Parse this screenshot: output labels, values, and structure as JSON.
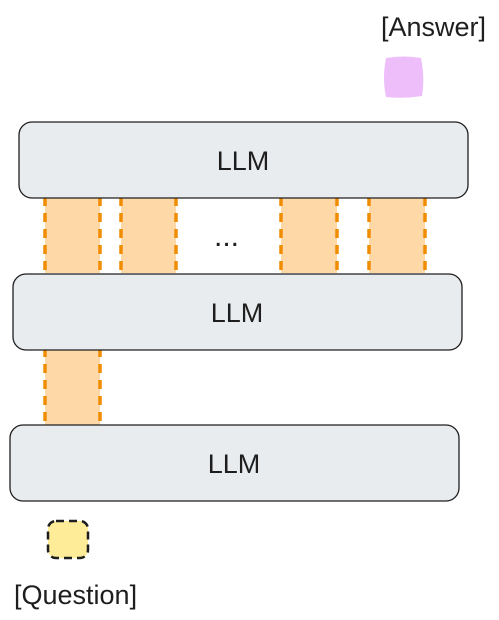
{
  "answer_label": "[Answer]",
  "question_label": "[Question]",
  "ellipsis": "...",
  "llm_blocks": [
    {
      "label": "LLM"
    },
    {
      "label": "LLM"
    },
    {
      "label": "LLM"
    }
  ],
  "colors": {
    "block_fill": "#e9ecef",
    "block_stroke": "#1e1e1e",
    "connector_fill": "#ffd8a8",
    "connector_stroke": "#f08c00",
    "answer_fill": "#eebefa",
    "question_fill": "#ffec99",
    "question_stroke": "#1e1e1e"
  }
}
